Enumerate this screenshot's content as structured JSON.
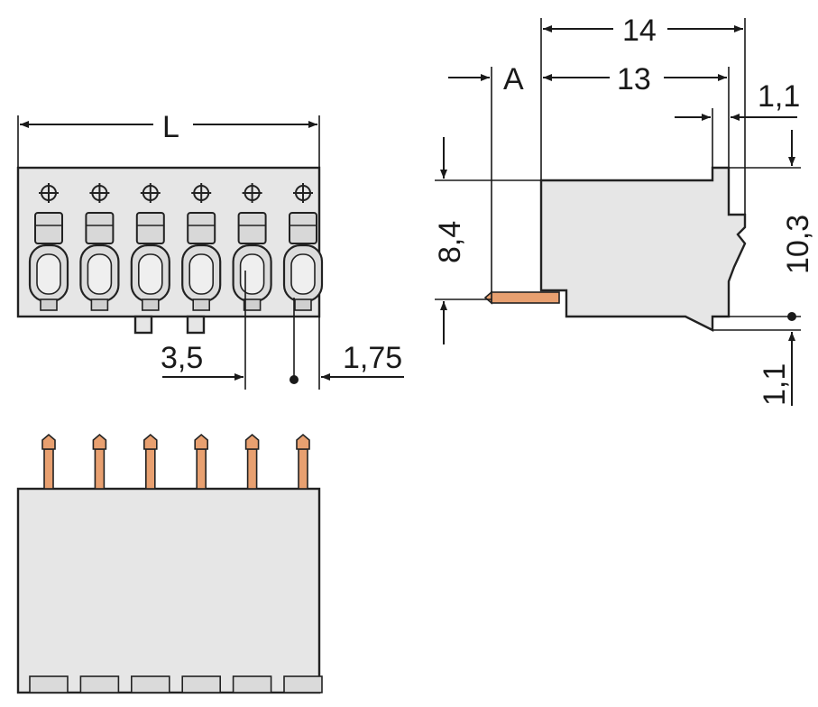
{
  "dimensions": {
    "length": "L",
    "pitch": "3,5",
    "end_offset": "1,75",
    "depth_total": "14",
    "depth_body": "13",
    "ref_a": "A",
    "top_step": "1,1",
    "height_body": "8,4",
    "height_total": "10,3",
    "bottom_step": "1,1"
  },
  "colors": {
    "housing": "#e6e6e6",
    "pins": "#e8a070",
    "outline": "#222222"
  },
  "pole_count": 6
}
